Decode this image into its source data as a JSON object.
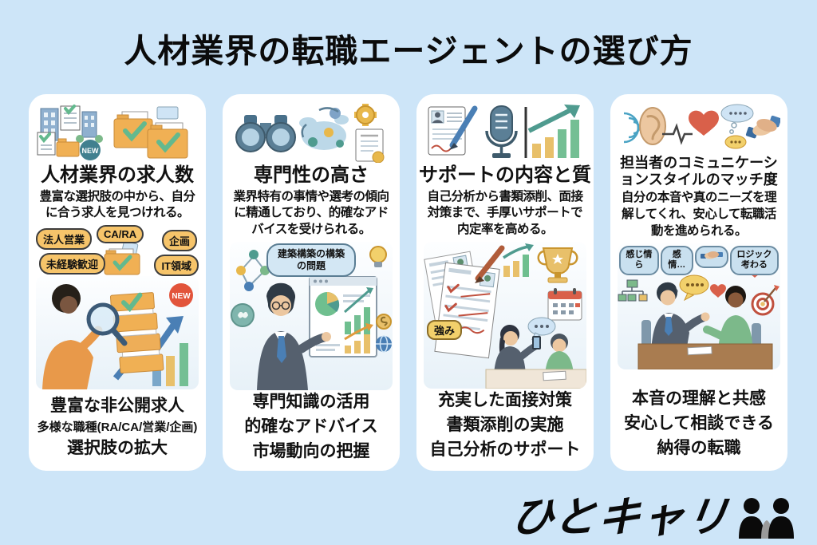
{
  "page": {
    "title": "人材業界の転職エージェントの選び方"
  },
  "cards": [
    {
      "heading": "人材業界の求人数",
      "description": "豊富な選択肢の中から、自分に合う求人を見つけれる。",
      "tags": [
        "法人営業",
        "CA/RA",
        "企画",
        "未経験歓迎",
        "IT領域"
      ],
      "badge_new_top": "NEW",
      "badge_new_main": "NEW",
      "summary": [
        "豊富な非公開求人",
        "多様な職種(RA/CA/営業/企画)",
        "選択肢の拡大"
      ]
    },
    {
      "heading": "専門性の高さ",
      "description": "業界特有の事情や選考の傾向に精通しており、的確なアドバイスを受けられる。",
      "speech_bubble": "建築構築の構築の問題",
      "summary": [
        "専門知識の活用",
        "的確なアドバイス",
        "市場動向の把握"
      ]
    },
    {
      "heading": "サポートの内容と質",
      "description": "自己分析から書類添削、面接対策まで、手厚いサポートで内定率を高める。",
      "strength_tag": "強み",
      "summary": [
        "充実した面接対策",
        "書類添削の実施",
        "自己分析のサポート"
      ]
    },
    {
      "heading": "担当者のコミュニケーションスタイルのマッチ度",
      "description": "自分の本音や真のニーズを理解してくれ、安心して転職活動を進められる。",
      "speech_bubbles": [
        "感じ情ら",
        "感情…",
        "ロジック考わる"
      ],
      "summary": [
        "本音の理解と共感",
        "安心して相談できる",
        "納得の転職"
      ]
    }
  ],
  "logo": {
    "text": "ひとキャリ"
  },
  "colors": {
    "background": "#cde5f8",
    "card": "#ffffff",
    "text": "#111111",
    "tag_orange": "#f6c46a",
    "folder_yellow": "#f0b054",
    "check_green": "#63b98e",
    "badge_teal": "#41808f",
    "badge_red": "#e2543b",
    "arrow_blue": "#4a7fb5",
    "logo_black": "#0a0a0a"
  }
}
